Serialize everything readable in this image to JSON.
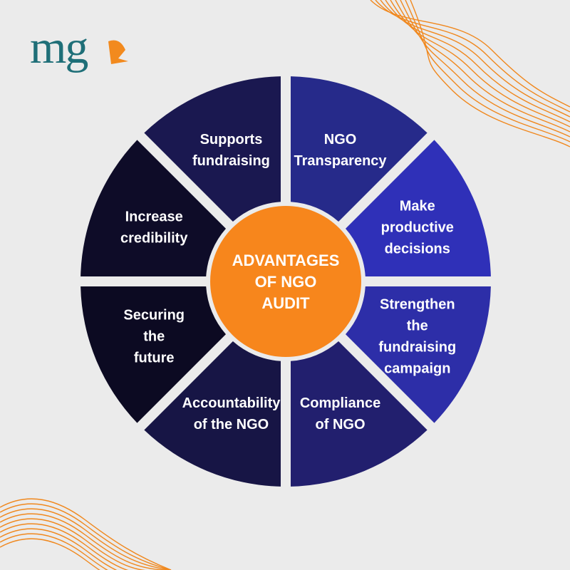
{
  "logo": {
    "text": "mg",
    "accent_color": "#f28a1e",
    "text_color": "#1f6f78"
  },
  "center": {
    "lines": [
      "ADVANTAGES",
      "OF NGO",
      "AUDIT"
    ],
    "color": "#f7861c"
  },
  "segments": [
    {
      "lines": [
        "NGO",
        "Transparency"
      ]
    },
    {
      "lines": [
        "Make",
        "productive",
        "decisions"
      ]
    },
    {
      "lines": [
        "Strengthen",
        "the",
        "fundraising",
        "campaign"
      ]
    },
    {
      "lines": [
        "Compliance",
        "of NGO"
      ]
    },
    {
      "lines": [
        "Accountability",
        "of the NGO"
      ]
    },
    {
      "lines": [
        "Securing",
        "the",
        "future"
      ]
    },
    {
      "lines": [
        "Increase",
        "credibility"
      ]
    },
    {
      "lines": [
        "Supports",
        "fundraising"
      ]
    }
  ],
  "colors": {
    "background": "#ebebeb",
    "wave": "#f0881e",
    "segment_fills": [
      "#262a8a",
      "#2f30b8",
      "#2d2ea8",
      "#221f6e",
      "#171545",
      "#0c0a22",
      "#0e0c28",
      "#1a1850"
    ]
  }
}
